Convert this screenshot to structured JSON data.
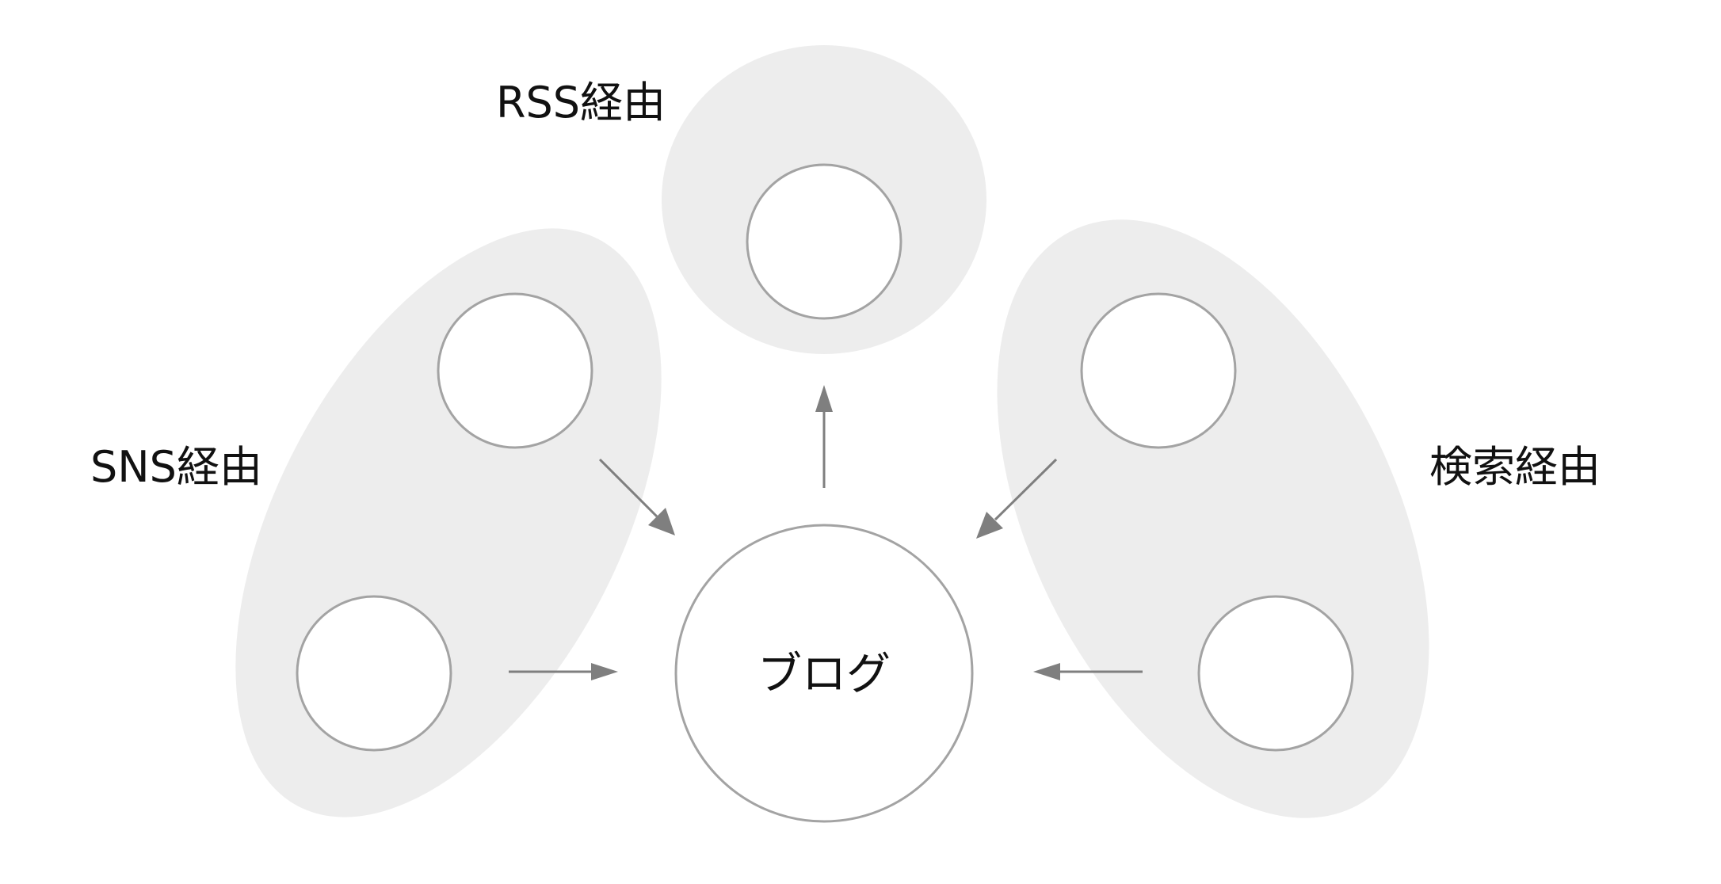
{
  "diagram": {
    "groups": {
      "rss": {
        "label": "RSS経由"
      },
      "sns": {
        "label": "SNS経由"
      },
      "search": {
        "label": "検索経由"
      }
    },
    "center": {
      "label": "ブログ"
    }
  },
  "colors": {
    "group_fill": "#ededed",
    "circle_stroke": "#a3a3a3",
    "arrow": "#7f7f7f",
    "text": "#111111"
  }
}
